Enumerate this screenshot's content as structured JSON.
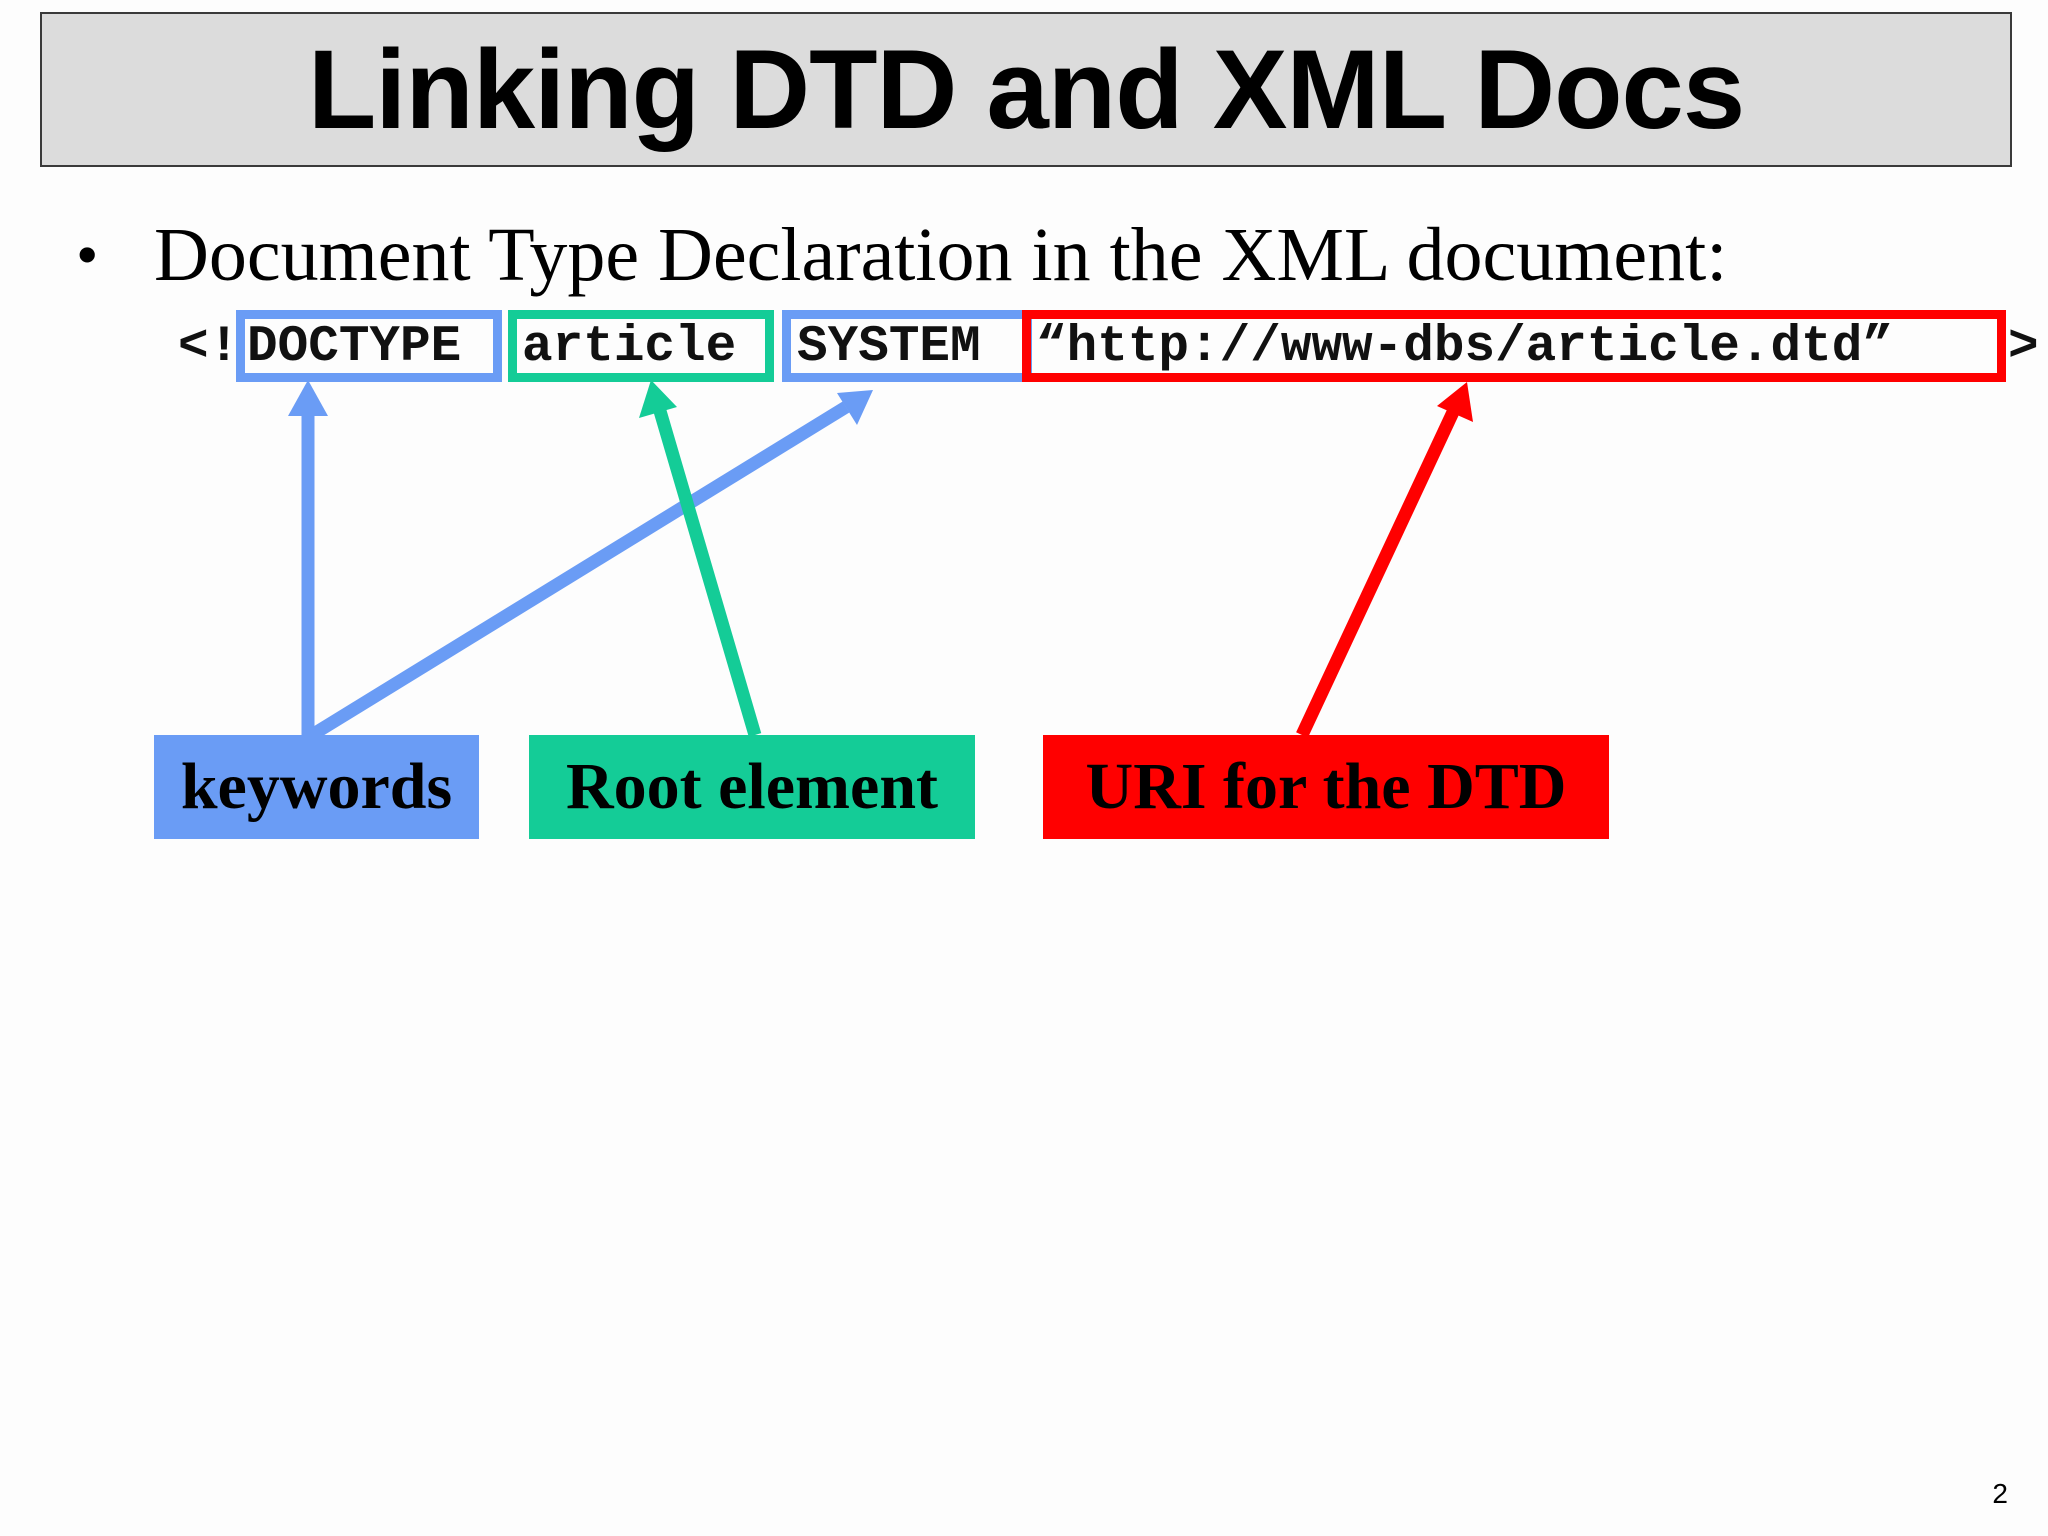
{
  "title": "Linking DTD and XML Docs",
  "bullet": {
    "marker": "•",
    "text": "Document Type Declaration in the XML document:"
  },
  "code": {
    "open": "<!",
    "doctype": "DOCTYPE",
    "root": "article",
    "system": "SYSTEM",
    "uri": "“http://www-dbs/article.dtd”",
    "close": ">"
  },
  "labels": {
    "keywords": "keywords",
    "root_element": "Root element",
    "uri": "URI for the DTD"
  },
  "colors": {
    "keywords": "#6a9cf5",
    "root_element": "#14cc97",
    "uri": "#ff0000"
  },
  "page_number": "2"
}
